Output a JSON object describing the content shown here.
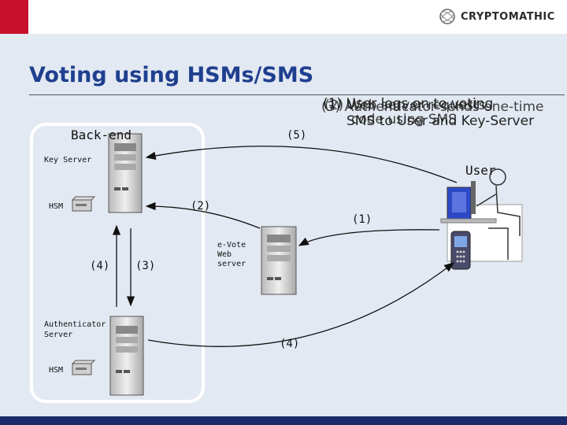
{
  "header": {
    "logo_text": "CRYPTOMATHIC"
  },
  "slide": {
    "title": "Voting using HSMs/SMS"
  },
  "diagram": {
    "backend_label": "Back-end",
    "user_label": "User",
    "key_server_label": "Key Server",
    "hsm_top_label": "HSM",
    "hsm_bottom_label": "HSM",
    "auth_server_label_1": "Authenticator",
    "auth_server_label_2": "Server",
    "web_server_label_1": "e-Vote",
    "web_server_label_2": "Web",
    "web_server_label_3": "server",
    "step_1": "(1)",
    "step_2": "(2)",
    "step_3": "(3)",
    "step_4_left": "(4)",
    "step_4_bottom": "(4)",
    "step_5": "(5)"
  },
  "overlapping_text": {
    "layer_a_line1": "(1) User logs on to voting",
    "layer_b_line1": "(2) Web server requests",
    "layer_c_line1": "(3) Authenticator sends one-time",
    "layer_a_line2": "SMS to User and Key-Server",
    "layer_b_line2": "code using SMS"
  },
  "colors": {
    "title": "#1f3f8f",
    "accent_red": "#c8102e",
    "bottom_bar": "#1a2a6b",
    "background": "#e3e9f2"
  }
}
